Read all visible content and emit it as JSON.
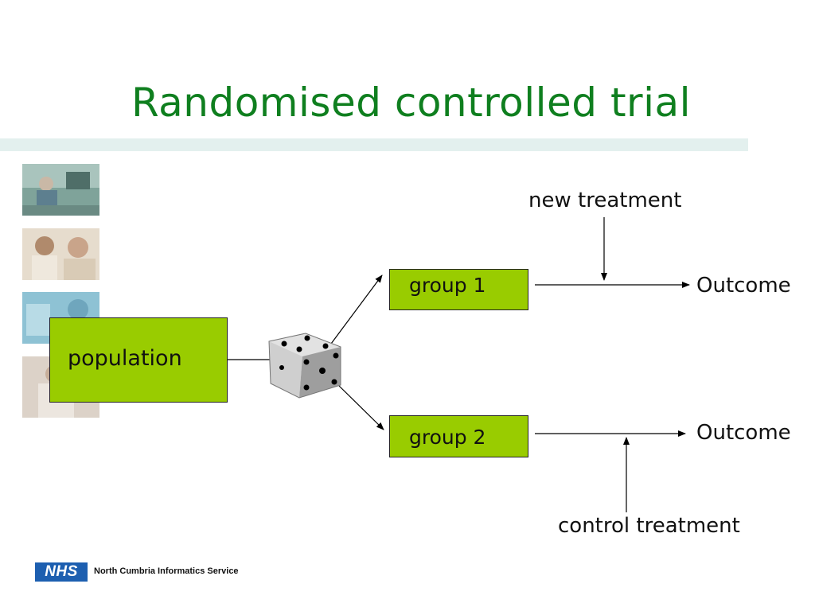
{
  "slide": {
    "title": "Randomised controlled trial"
  },
  "diagram": {
    "population_label": "population",
    "group1_label": "group 1",
    "group2_label": "group 2",
    "new_treatment_label": "new treatment",
    "control_treatment_label": "control treatment",
    "outcome1_label": "Outcome",
    "outcome2_label": "Outcome",
    "box_color": "#99cc00",
    "title_color": "#0f7f1f"
  },
  "footer": {
    "logo_text": "NHS",
    "organisation": "North Cumbria Informatics Service",
    "logo_color": "#1d5fb0"
  }
}
